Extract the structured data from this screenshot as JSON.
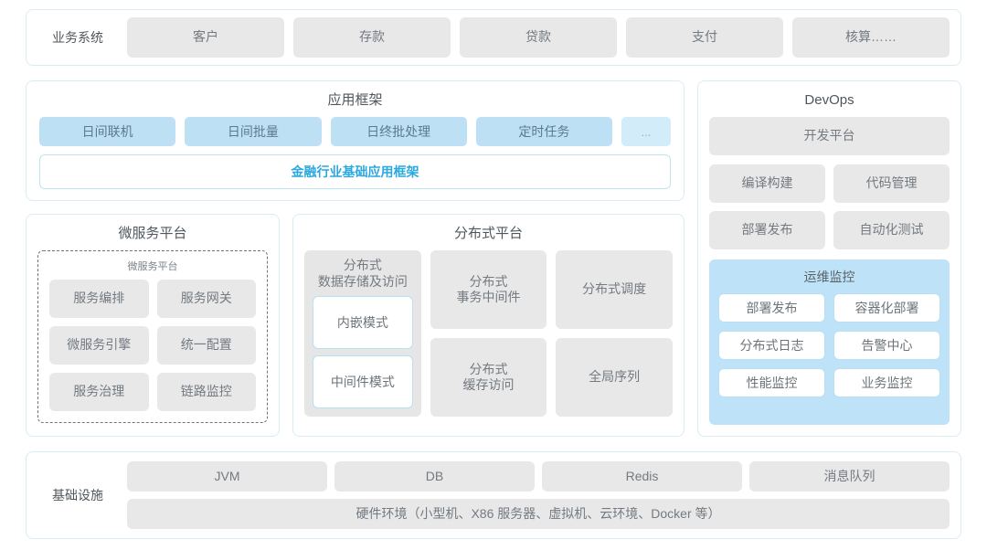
{
  "business": {
    "label": "业务系统",
    "items": [
      "客户",
      "存款",
      "贷款",
      "支付",
      "核算……"
    ]
  },
  "app_framework": {
    "title": "应用框架",
    "chips": [
      "日间联机",
      "日间批量",
      "日终批处理",
      "定时任务"
    ],
    "more": "...",
    "foundation": "金融行业基础应用框架"
  },
  "microservice": {
    "title": "微服务平台",
    "inner_title": "微服务平台",
    "items": [
      "服务编排",
      "服务网关",
      "微服务引擎",
      "统一配置",
      "服务治理",
      "链路监控"
    ]
  },
  "distributed": {
    "title": "分布式平台",
    "storage": {
      "title": "分布式\n数据存储及访问",
      "modes": [
        "内嵌模式",
        "中间件模式"
      ]
    },
    "cells": [
      "分布式\n事务中间件",
      "分布式调度",
      "分布式\n缓存访问",
      "全局序列"
    ]
  },
  "devops": {
    "title": "DevOps",
    "platform": "开发平台",
    "items": [
      "编译构建",
      "代码管理",
      "部署发布",
      "自动化测试"
    ],
    "ops": {
      "title": "运维监控",
      "items": [
        "部署发布",
        "容器化部署",
        "分布式日志",
        "告警中心",
        "性能监控",
        "业务监控"
      ]
    }
  },
  "infrastructure": {
    "label": "基础设施",
    "items": [
      "JVM",
      "DB",
      "Redis",
      "消息队列"
    ],
    "hardware": "硬件环境（小型机、X86 服务器、虚拟机、云环境、Docker 等）"
  },
  "colors": {
    "panel_border": "#d9ecf3",
    "chip_gray": "#e8e8e9",
    "chip_blue": "#bde0f4",
    "accent": "#2aa8e0",
    "ops_panel": "#bee2f7"
  }
}
